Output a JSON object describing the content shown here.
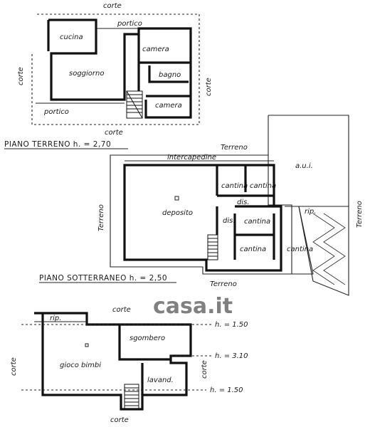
{
  "plans": {
    "ground": {
      "title": "PIANO TERRENO h. = 2,70",
      "labels": {
        "corte_top": "corte",
        "corte_left": "corte",
        "corte_bottom": "corte",
        "corte_right": "corte",
        "portico_top": "portico",
        "portico_bottom": "portico",
        "cucina": "cucina",
        "soggiorno": "soggiorno",
        "camera_1": "camera",
        "bagno": "bagno",
        "camera_2": "camera"
      }
    },
    "basement": {
      "title": "PIANO SOTTERRANEO h. = 2,50",
      "labels": {
        "terreno_top": "Terreno",
        "terreno_left": "Terreno",
        "terreno_bottom": "Terreno",
        "terreno_right": "Terreno",
        "intercapedine": "intercapedine",
        "cantina_1": "cantina",
        "cantina_2": "cantina",
        "dis_1": "dis.",
        "dis_2": "dis.",
        "cantina_3": "cantina",
        "deposito": "deposito",
        "cantina_4": "cantina",
        "cantina_5": "cantina",
        "aui": "a.u.i.",
        "rip": "rip."
      }
    },
    "upper": {
      "labels": {
        "corte_top": "corte",
        "corte_left": "corte",
        "corte_right": "corte",
        "corte_bottom": "corte",
        "rip": "rip.",
        "sgombero": "sgombero",
        "gioco_bimbi": "gioco bimbi",
        "lavand": "lavand.",
        "h1": "h. = 1.50",
        "h2": "h. = 3.10",
        "h3": "h. = 1.50"
      }
    }
  },
  "watermark": "casa.it"
}
